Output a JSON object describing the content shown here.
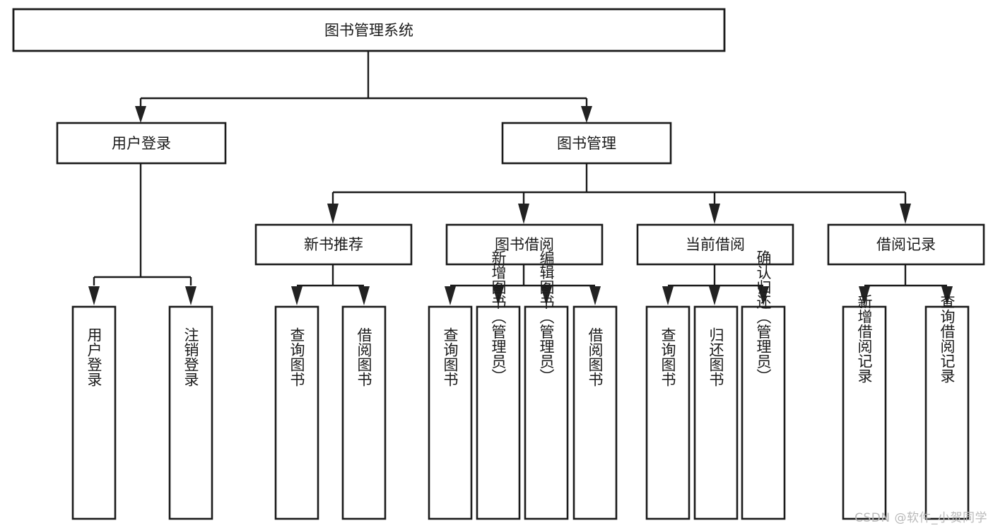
{
  "diagram": {
    "title": "图书管理系统",
    "type": "tree-hierarchy",
    "watermark": "CSDN @软件_小贺同学",
    "colors": {
      "background": "#ffffff",
      "box_fill": "#ffffff",
      "box_stroke": "#1b1b1b",
      "connector": "#1b1b1b",
      "text": "#1a1a1a",
      "watermark": "#b9b9b9"
    },
    "root": {
      "label": "图书管理系统"
    },
    "level2": [
      {
        "label": "用户登录"
      },
      {
        "label": "图书管理"
      }
    ],
    "level3": [
      {
        "label": "新书推荐"
      },
      {
        "label": "图书借阅"
      },
      {
        "label": "当前借阅"
      },
      {
        "label": "借阅记录"
      }
    ],
    "leaves": {
      "user_login": [
        {
          "label": "用户登录"
        },
        {
          "label": "注销登录"
        }
      ],
      "new_book_recommend": [
        {
          "label": "查询图书"
        },
        {
          "label": "借阅图书"
        }
      ],
      "book_borrow": [
        {
          "label": "查询图书"
        },
        {
          "label": "新增图书（管理员）"
        },
        {
          "label": "编辑图书（管理员）"
        },
        {
          "label": "借阅图书"
        }
      ],
      "current_borrow": [
        {
          "label": "查询图书"
        },
        {
          "label": "归还图书"
        },
        {
          "label": "确认归还（管理员）"
        }
      ],
      "borrow_record": [
        {
          "label": "新增借阅记录"
        },
        {
          "label": "查询借阅记录"
        }
      ]
    }
  }
}
